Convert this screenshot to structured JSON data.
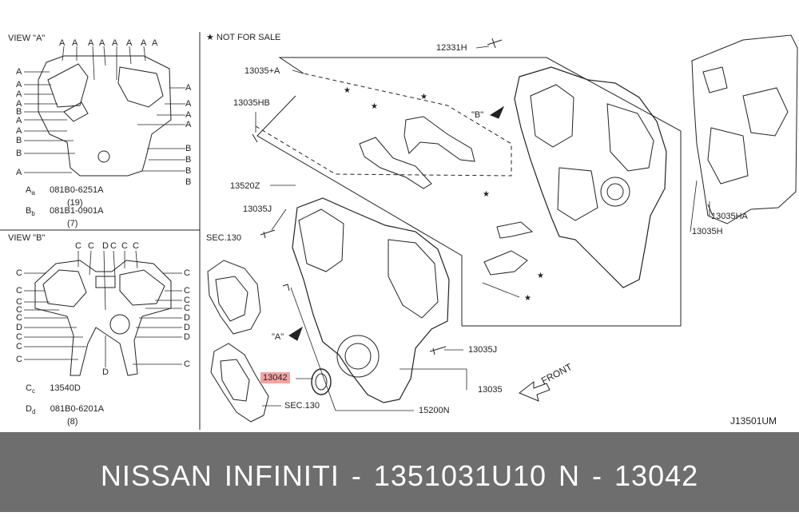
{
  "view_a": {
    "title": "VIEW \"A\"",
    "top_labels": [
      "A",
      "A",
      "A",
      "A",
      "A",
      "A",
      "A",
      "A"
    ],
    "left_labels": [
      "A",
      "A",
      "A",
      "A",
      "B",
      "A",
      "A",
      "B",
      "B",
      "A"
    ],
    "right_labels": [
      "A",
      "A",
      "A",
      "A",
      "B",
      "B",
      "B",
      "B"
    ],
    "legend": [
      {
        "symbol": "A",
        "sub": "a",
        "part": "081B0-6251A",
        "qty": "(19)"
      },
      {
        "symbol": "B",
        "sub": "b",
        "part": "081B1-0901A",
        "qty": "(7)"
      }
    ]
  },
  "view_b": {
    "title": "VIEW \"B\"",
    "top_labels": [
      "C",
      "C",
      "D",
      "C",
      "C",
      "C"
    ],
    "left_labels": [
      "C",
      "C",
      "C",
      "C",
      "C",
      "D",
      "C",
      "C",
      "C"
    ],
    "right_labels": [
      "C",
      "C",
      "C",
      "C",
      "D",
      "D",
      "D",
      "C"
    ],
    "bottom_label": "D",
    "legend": [
      {
        "symbol": "C",
        "sub": "c",
        "part": "13540D",
        "qty": ""
      },
      {
        "symbol": "D",
        "sub": "d",
        "part": "081B0-6201A",
        "qty": "(8)"
      }
    ]
  },
  "not_for_sale": "★ NOT FOR SALE",
  "callouts": {
    "c12331h": "12331H",
    "c13035a": "13035+A",
    "c13035hb": "13035HB",
    "c13520z": "13520Z",
    "c13035j_top": "13035J",
    "sec130_top": "SEC.130",
    "c13042": "13042",
    "sec130_bottom": "SEC.130",
    "c15200n": "15200N",
    "c13035": "13035",
    "c13035j_right": "13035J",
    "c13035ha": "13035HA",
    "c13035h": "13035H",
    "view_b_ref": "\"B\"",
    "view_a_ref": "\"A\"",
    "front": "FRONT",
    "code": "J13501UM"
  },
  "banner": "NISSAN  INFINITI - 1351031U10     N - 13042",
  "colors": {
    "highlight": "#f3a3a3",
    "banner_bg": "#6e6e6e",
    "line": "#222222"
  }
}
